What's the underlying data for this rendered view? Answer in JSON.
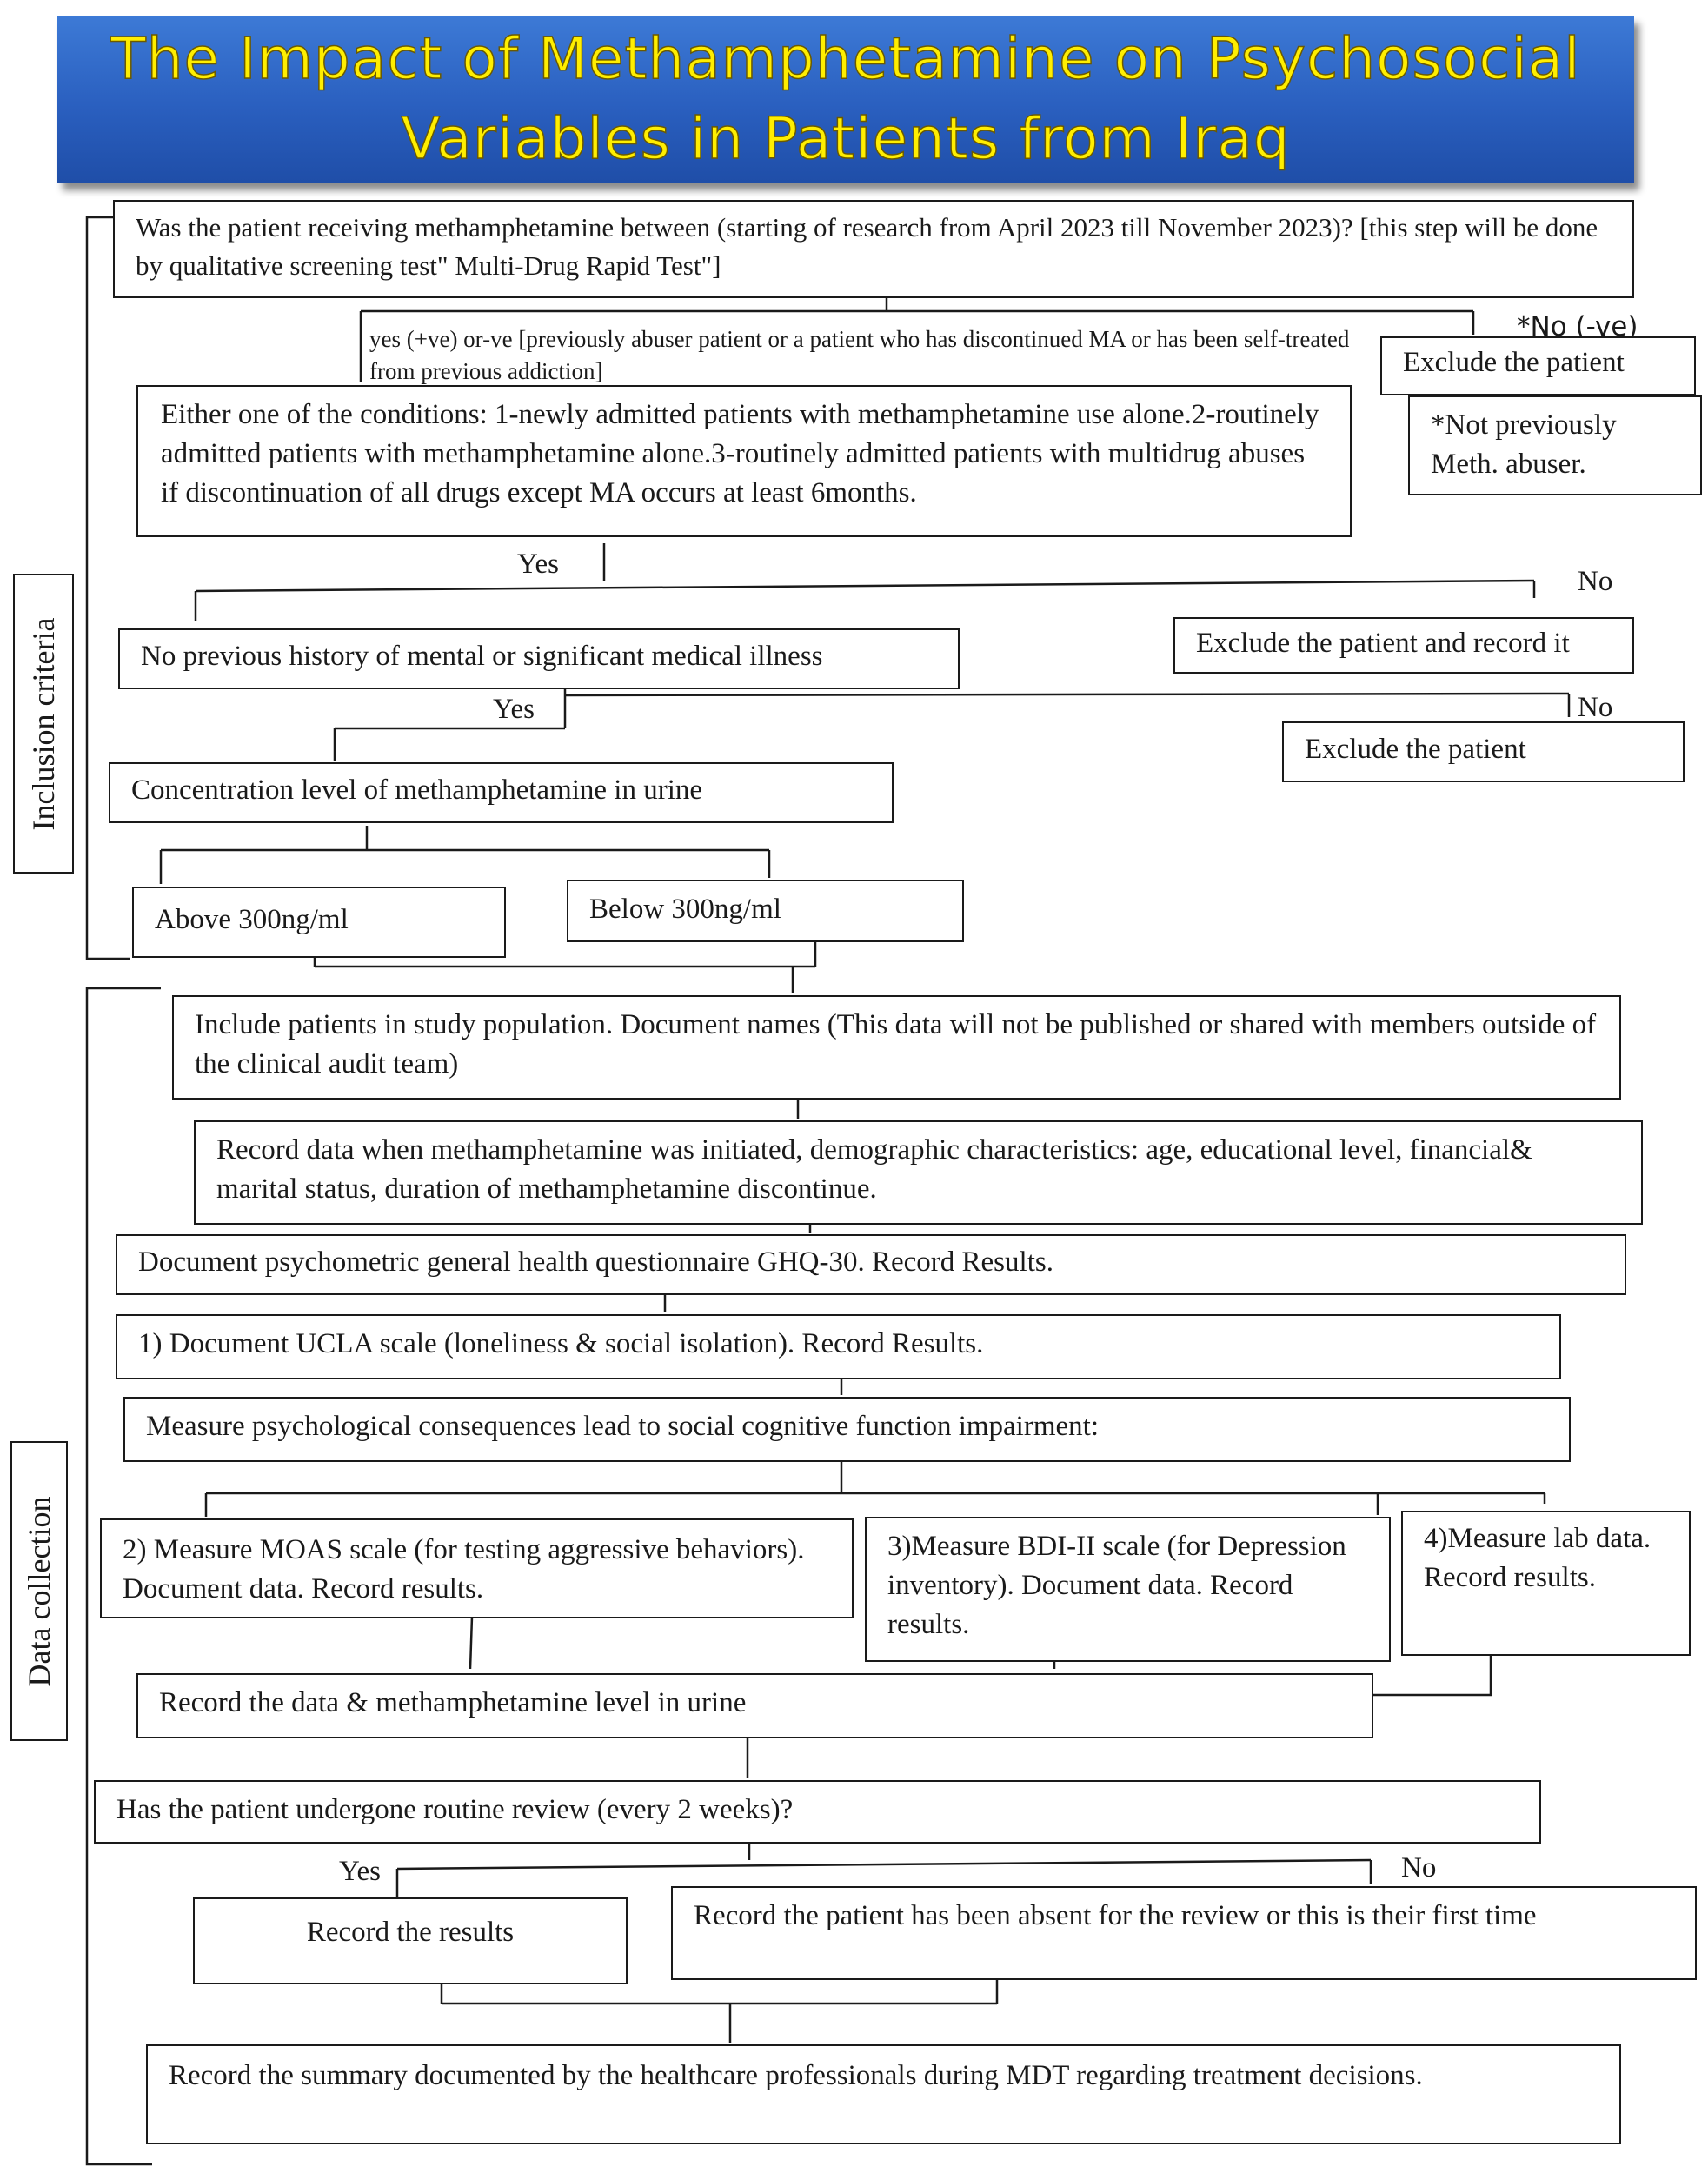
{
  "title": "The Impact of Methamphetamine on Psychosocial Variables in Patients from Iraq",
  "sections": {
    "inclusion": "Inclusion criteria",
    "data_collection": "Data collection"
  },
  "labels": {
    "yes_ve": "yes (+ve) or-ve [previously abuser patient or a patient who has discontinued MA or has been self-treated from previous addiction]",
    "no_ve": "*No (-ve)",
    "yes": "Yes",
    "no": "No"
  },
  "nodes": {
    "q_receiving": "Was the patient receiving methamphetamine between (starting of research from April 2023 till November 2023)? [this step will be done by qualitative screening test\" Multi-Drug Rapid Test\"]",
    "exclude_1": "Exclude the patient",
    "not_previous": "*Not previously Meth. abuser.",
    "conditions": "Either one of the conditions: 1-newly admitted patients with methamphetamine use alone.2-routinely admitted patients with methamphetamine alone.3-routinely admitted patients with multidrug abuses if discontinuation of all drugs except MA occurs at least 6months.",
    "no_history": "No previous history of mental or significant medical illness",
    "exclude_record": "Exclude the patient and record it",
    "exclude_2": "Exclude the patient",
    "concentration": "Concentration level of methamphetamine in urine",
    "above": "Above 300ng/ml",
    "below": "Below 300ng/ml",
    "include": "Include patients in study population. Document names (This data will not be published or shared with members outside of the clinical audit team)",
    "record_data": "Record data when methamphetamine was initiated, demographic characteristics: age, educational level, financial& marital status, duration of methamphetamine discontinue.",
    "ghq": "Document psychometric general health questionnaire GHQ-30. Record Results.",
    "ucla": "1) Document UCLA scale (loneliness & social isolation). Record Results.",
    "measure_psych": "Measure psychological consequences lead to social cognitive function impairment:",
    "moas": "2) Measure MOAS scale (for testing aggressive behaviors). Document data. Record results.",
    "bdi": "3)Measure BDI-II scale (for Depression inventory). Document data. Record results.",
    "lab": "4)Measure lab data. Record results.",
    "record_level": "Record the data & methamphetamine level in urine",
    "q_review": "Has the patient undergone routine review (every 2 weeks)?",
    "record_results": "Record the results",
    "record_absent": "Record the patient has been absent for the review or this is their first time",
    "summary": "Record the summary documented by the healthcare professionals during MDT regarding treatment decisions."
  }
}
